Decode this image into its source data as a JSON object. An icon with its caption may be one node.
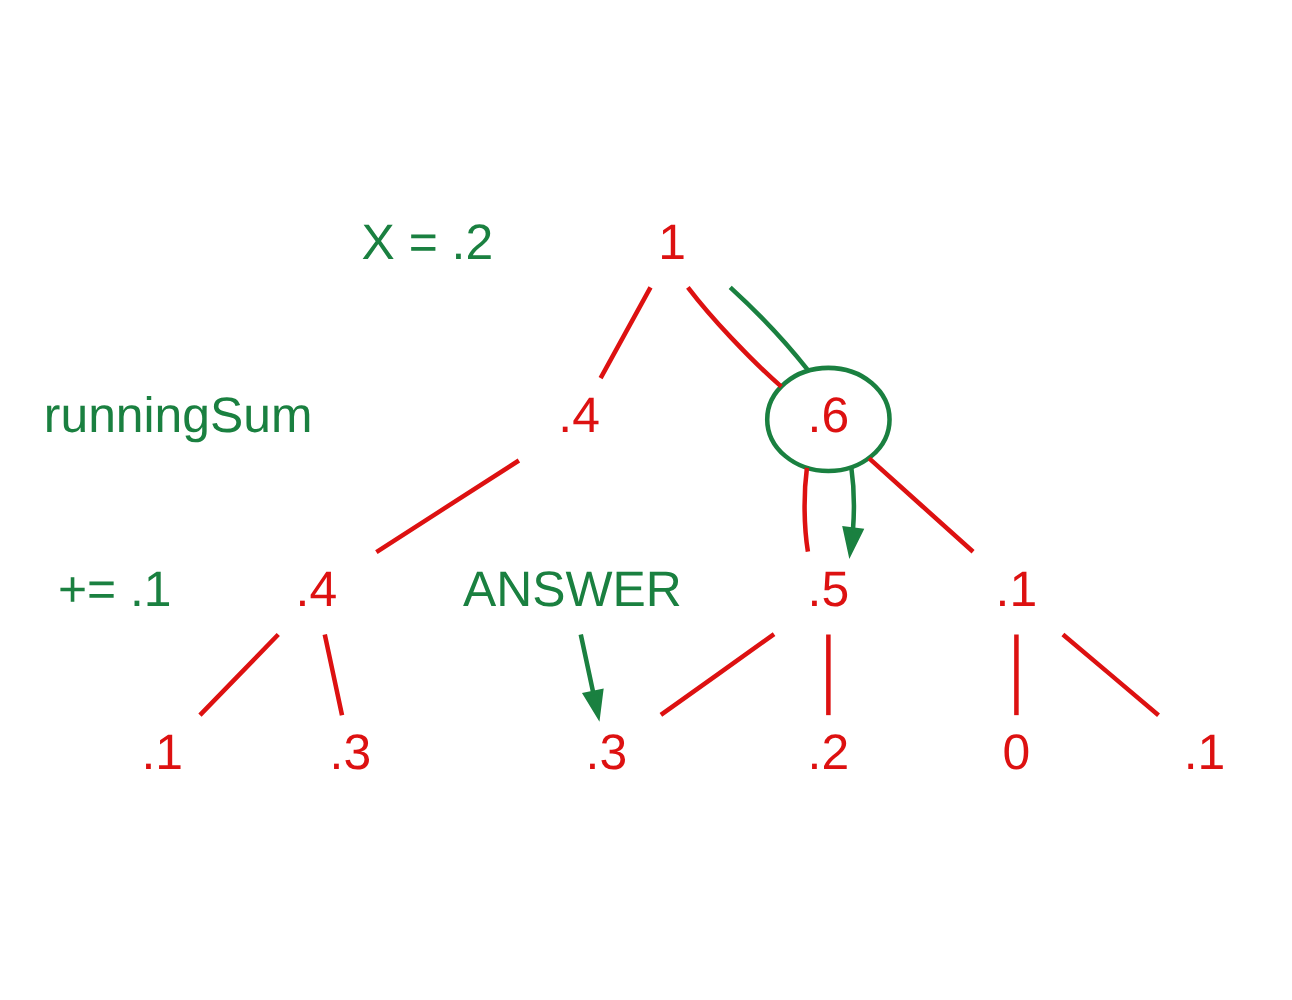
{
  "diagram": {
    "nodes": [
      {
        "text": [
          "1"
        ]
      },
      {
        "text": [
          ".6"
        ]
      },
      {
        "text": [
          ".4"
        ]
      },
      {
        "text": [
          ".1"
        ]
      },
      {
        "text": [
          ".5"
        ]
      },
      {
        "text": [
          ".4"
        ]
      },
      {
        "text": [
          "0"
        ]
      },
      {
        "text": [
          ".1"
        ]
      },
      {
        "text": [
          ".3"
        ]
      },
      {
        "text": [
          ".2"
        ]
      },
      {
        "text": [
          ".1"
        ]
      },
      {
        "text": [
          ".3"
        ]
      },
      {
        "text": [
          "ANSWER"
        ]
      }
    ],
    "edges": [
      {
        "from": 0,
        "to": 1,
        "arrow": "none"
      },
      {
        "from": 0,
        "to": 2,
        "arrow": "none"
      },
      {
        "from": 1,
        "to": 3,
        "arrow": "none"
      },
      {
        "from": 1,
        "to": 4,
        "arrow": "none"
      },
      {
        "from": 2,
        "to": 5,
        "arrow": "none"
      },
      {
        "from": 3,
        "to": 6,
        "arrow": "none"
      },
      {
        "from": 3,
        "to": 7,
        "arrow": "none"
      },
      {
        "from": 4,
        "to": 8,
        "arrow": "none"
      },
      {
        "from": 4,
        "to": 9,
        "arrow": "none"
      },
      {
        "from": 5,
        "to": 10,
        "arrow": "none"
      },
      {
        "from": 5,
        "to": 11,
        "arrow": "none"
      },
      {
        "from": 0,
        "to": 1,
        "arrow": "none",
        "color": "#1a8040"
      },
      {
        "from": 1,
        "to": 4,
        "arrow": "to",
        "color": "#1a8040"
      },
      {
        "from": 12,
        "to": 8,
        "arrow": "to",
        "color": "#1a8040"
      }
    ],
    "labels": [
      "X = .2",
      "runningSum",
      "+= .1"
    ]
  }
}
